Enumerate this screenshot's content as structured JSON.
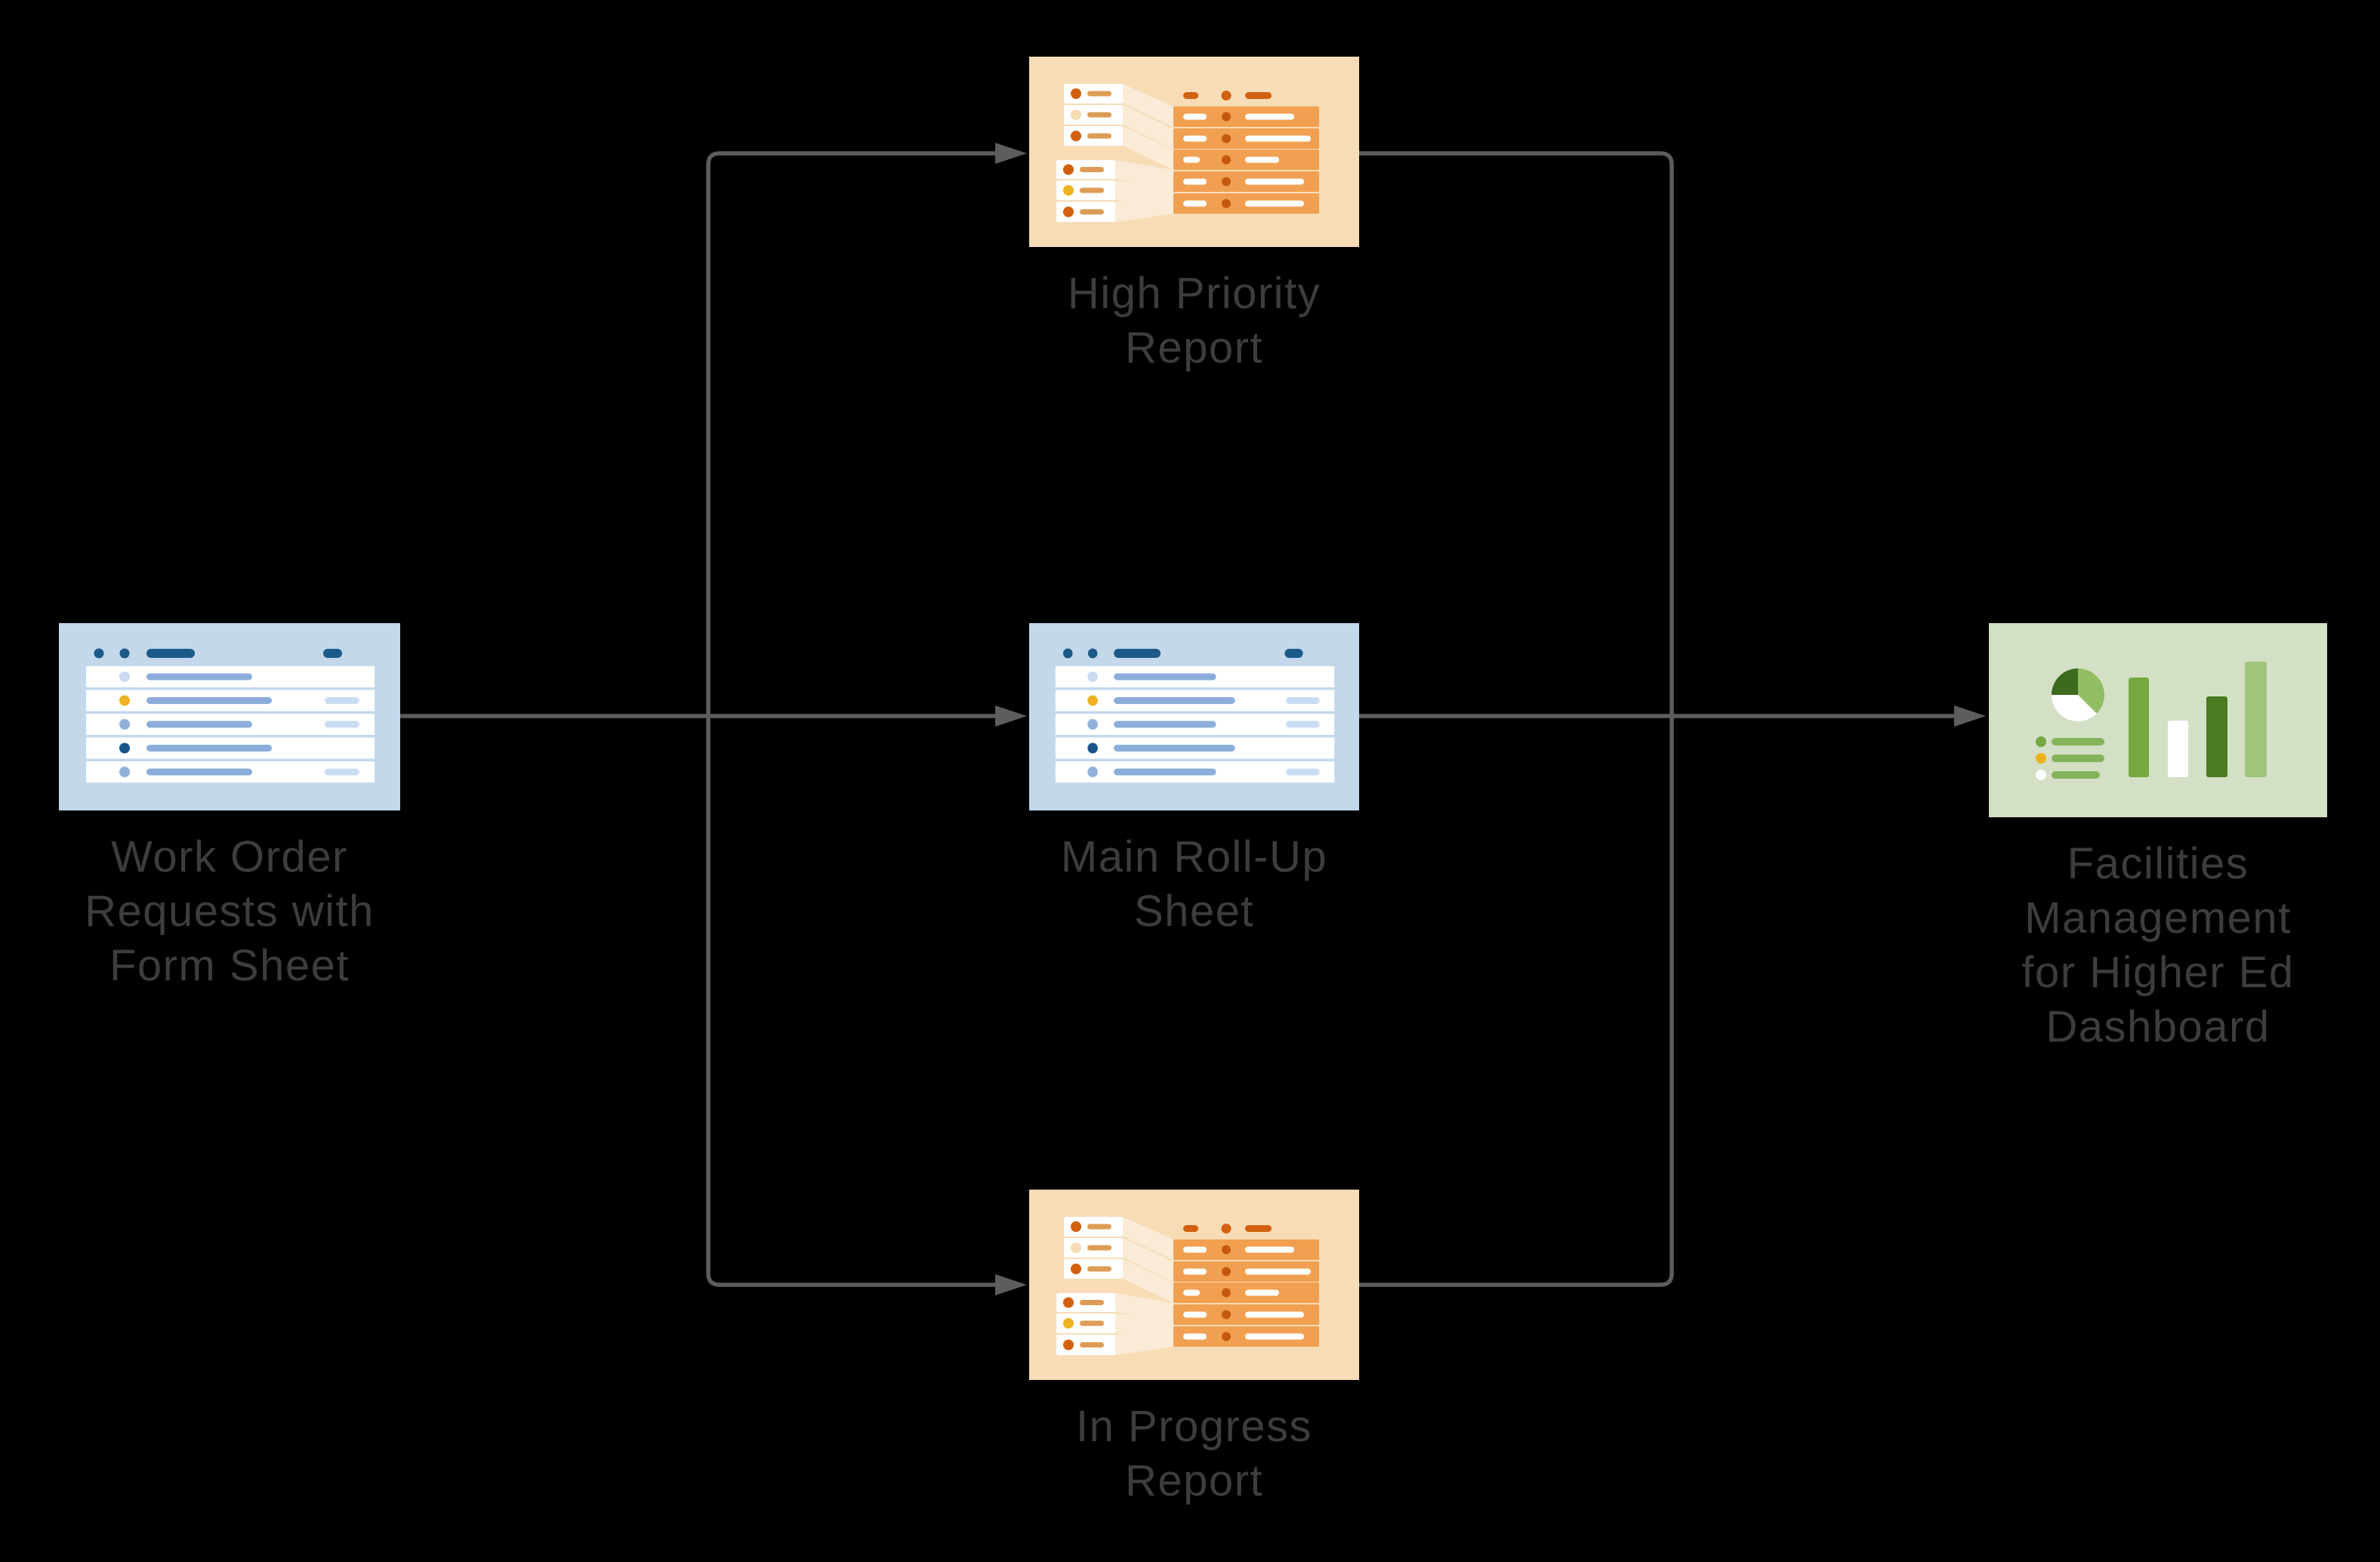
{
  "title": "Work order request flow diagram",
  "background_color": "#000000",
  "connector_color": "#5d5d5d",
  "label_color": "#3d3d3d",
  "nodes": [
    {
      "id": "work-order-form-sheet",
      "icon": "spreadsheet-sheet-icon",
      "accent": "#c3d8eb",
      "lines": [
        "Work Order",
        "Requests with",
        "Form Sheet"
      ]
    },
    {
      "id": "high-priority-report",
      "icon": "report-table-icon",
      "accent": "#f7dcb6",
      "lines": [
        "High Priority",
        "Report"
      ]
    },
    {
      "id": "main-roll-up-sheet",
      "icon": "spreadsheet-sheet-icon",
      "accent": "#c3d8eb",
      "lines": [
        "Main Roll-Up",
        "Sheet"
      ]
    },
    {
      "id": "in-progress-report",
      "icon": "report-table-icon",
      "accent": "#f7dcb6",
      "lines": [
        "In Progress",
        "Report"
      ]
    },
    {
      "id": "facilities-dashboard",
      "icon": "dashboard-charts-icon",
      "accent": "#d3e0c6",
      "lines": [
        "Facilities",
        "Management",
        "for Higher Ed",
        "Dashboard"
      ]
    }
  ],
  "edges": [
    {
      "from": "work-order-form-sheet",
      "to": "high-priority-report"
    },
    {
      "from": "work-order-form-sheet",
      "to": "main-roll-up-sheet"
    },
    {
      "from": "work-order-form-sheet",
      "to": "in-progress-report"
    },
    {
      "from": "high-priority-report",
      "to": "facilities-dashboard"
    },
    {
      "from": "main-roll-up-sheet",
      "to": "facilities-dashboard"
    },
    {
      "from": "in-progress-report",
      "to": "facilities-dashboard"
    }
  ],
  "icon_palette": {
    "sheet_bg": "#c3d8eb",
    "sheet_header": "#1b5a89",
    "sheet_bar": "#8badda",
    "sheet_pale": "#cadcf2",
    "sheet_yellow": "#efb226",
    "sheet_dark_dot": "#1a558a",
    "report_bg": "#f7dcb6",
    "report_row": "#f0a050",
    "report_accent": "#d2600f",
    "report_dot": "#c4590e",
    "report_card_bar": "#dd9c55",
    "report_yellow": "#eeb21f",
    "dash_bg": "#d3e0c6",
    "dash_green_mid": "#76a742",
    "dash_green_dark": "#4c7a22",
    "dash_green_light": "#9ec57b",
    "dash_pie_mid": "#92bd62",
    "dash_pie_dark": "#3c6b1e",
    "dash_legend_bar": "#84b359",
    "dash_yellow": "#eeb21f"
  }
}
